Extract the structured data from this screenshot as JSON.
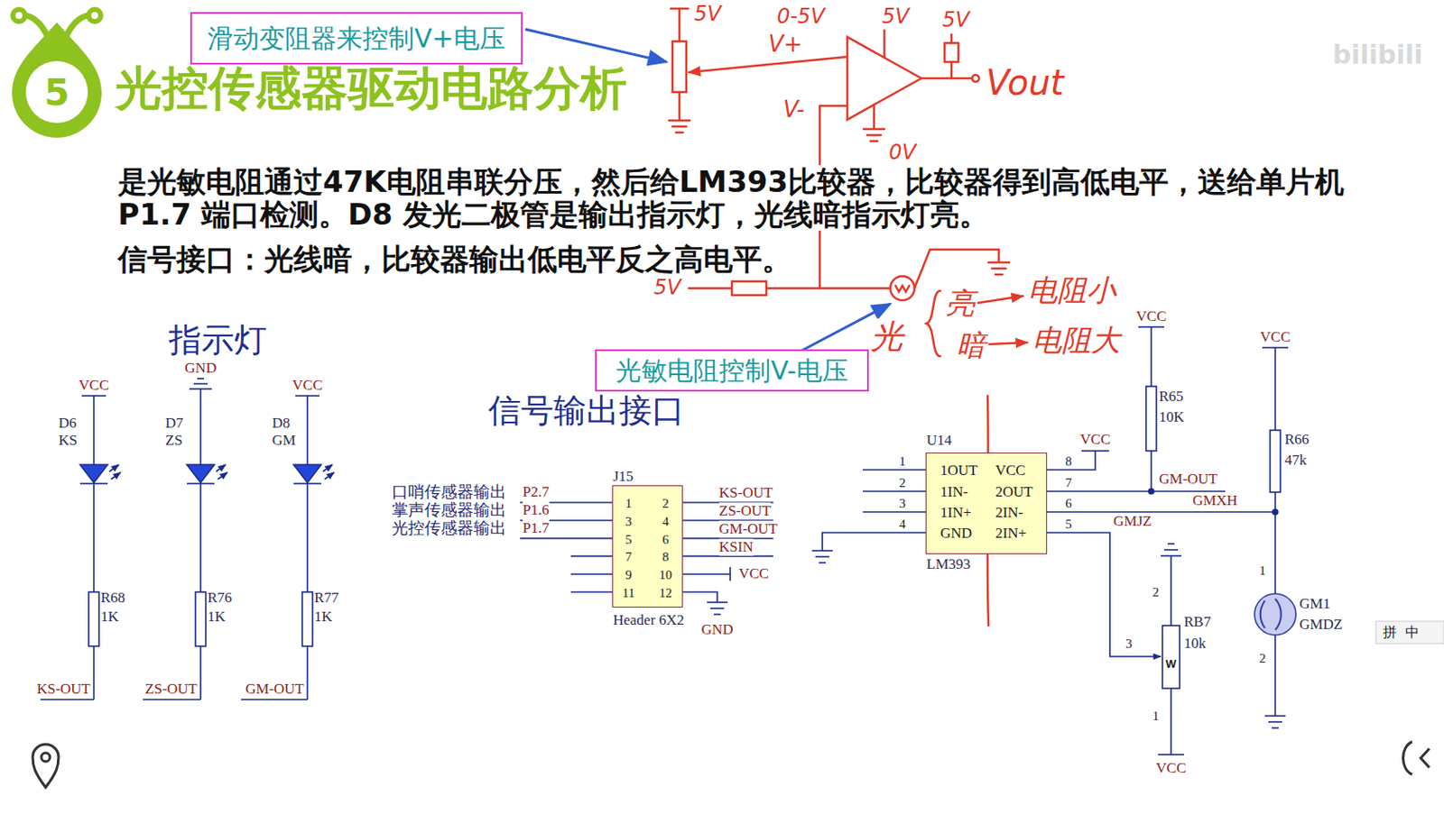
{
  "diagram": {
    "title": "光控传感器驱动电路分析",
    "nodes": [
      {
        "text": [
          "5"
        ]
      },
      {
        "text": [
          "滑动变阻器来控制V+电压"
        ]
      },
      {
        "text": [
          "光敏电阻控制V-电压"
        ]
      },
      {
        "text": [
          "J15",
          "1",
          "2",
          "3",
          "4",
          "5",
          "6",
          "7",
          "8",
          "9",
          "10",
          "11",
          "12",
          "Header 6X2"
        ]
      },
      {
        "text": [
          "U14",
          "1OUT",
          "VCC",
          "1IN-",
          "2OUT",
          "1IN+",
          "2IN-",
          "GND",
          "2IN+",
          "LM393"
        ]
      }
    ],
    "labels": [
      "5V",
      "0-5V",
      "5V",
      "5V",
      "V+",
      "V-",
      "Vout",
      "0V",
      "5V",
      "光",
      "亮",
      "电阻小",
      "暗",
      "电阻大",
      "是光敏电阻通过47K电阻串联分压，然后给LM393比较器，比较器得到高低电平，送给单片机 P1.7 端口检测。D8 发光二极管是输出指示灯，光线暗指示灯亮。",
      "信号接口：光线暗，比较器输出低电平反之高电平。",
      "指示灯",
      "信号输出接口",
      "VCC",
      "D6",
      "KS",
      "R68",
      "1K",
      "KS-OUT",
      "GND",
      "D7",
      "ZS",
      "R76",
      "1K",
      "ZS-OUT",
      "VCC",
      "D8",
      "GM",
      "R77",
      "1K",
      "GM-OUT",
      "口哨传感器输出",
      "掌声传感器输出",
      "光控传感器输出",
      "P2.7",
      "P1.6",
      "P1.7",
      "KS-OUT",
      "ZS-OUT",
      "GM-OUT",
      "KSIN",
      "VCC",
      "GND",
      "1",
      "2",
      "3",
      "4",
      "8",
      "7",
      "6",
      "5",
      "VCC",
      "VCC",
      "R65",
      "10K",
      "GM-OUT",
      "GMXH",
      "GMJZ",
      "VCC",
      "R66",
      "47k",
      "1",
      "GM1",
      "GMDZ",
      "2",
      "2",
      "RB7",
      "10k",
      "3",
      "W",
      "1",
      "VCC",
      "bilibili",
      "拼",
      "中"
    ]
  }
}
